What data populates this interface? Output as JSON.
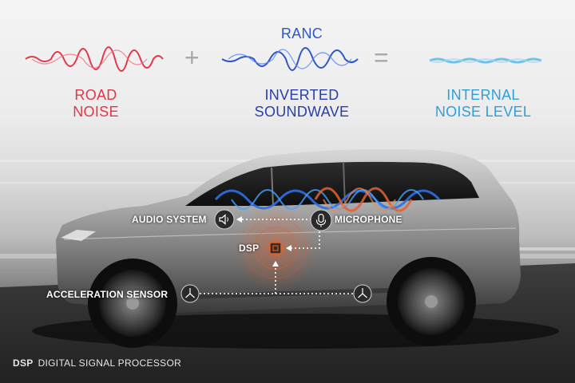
{
  "header": {
    "ranc": "RANC",
    "road_noise": [
      "ROAD",
      "NOISE"
    ],
    "inverted_soundwave": [
      "INVERTED",
      "SOUNDWAVE"
    ],
    "internal_noise_level": [
      "INTERNAL",
      "NOISE LEVEL"
    ],
    "plus": "+",
    "equals": "="
  },
  "labels": {
    "audio_system": "AUDIO SYSTEM",
    "microphone": "MICROPHONE",
    "dsp": "DSP",
    "acceleration_sensor": "ACCELERATION SENSOR"
  },
  "footer": {
    "abbr": "DSP",
    "text": "DIGITAL SIGNAL PROCESSOR"
  },
  "colors": {
    "road_noise": "#e0384a",
    "inverted_soundwave": "#2a3fa6",
    "ranc": "#2f55c9",
    "internal_noise": "#2e9fd9",
    "dsp_accent": "#e2622f"
  },
  "icons": {
    "audio_system": "speaker-icon",
    "microphone": "microphone-icon",
    "dsp": "chip-icon",
    "sensor": "acceleration-sensor-icon"
  }
}
